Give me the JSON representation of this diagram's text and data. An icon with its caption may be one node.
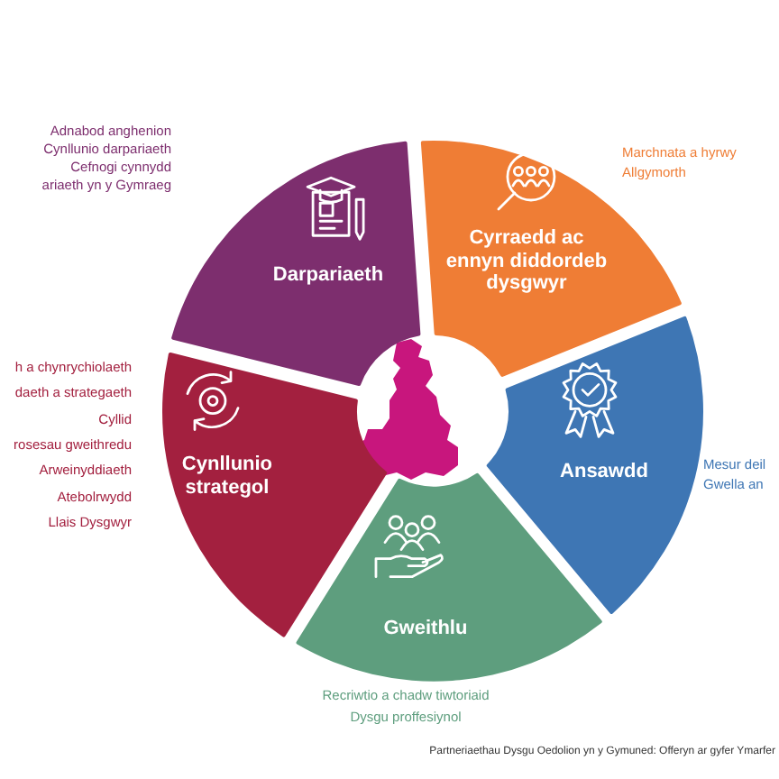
{
  "diagram": {
    "caption": "Partneriaethau Dysgu Oedolion yn y Gymuned: Offeryn ar gyfer Ymarfer",
    "nodes": [
      {
        "text": [
          "Darpariaeth"
        ],
        "beside": [
          "Adnabod anghenion",
          "Cynllunio darpariaeth",
          "Cefnogi cynnydd",
          "ariaeth yn y Gymraeg"
        ]
      },
      {
        "text": [
          "Cyrraedd ac ennyn diddordeb dysgwyr"
        ],
        "beside": [
          "Marchnata a hyrwy",
          "Allgymorth"
        ]
      },
      {
        "text": [
          "Cynllunio strategol"
        ],
        "beside": [
          "h a chynrychiolaeth",
          "daeth a strategaeth",
          "Cyllid",
          "rosesau gweithredu",
          "Arweinyddiaeth",
          "Atebolrwydd",
          "Llais Dysgwyr"
        ]
      },
      {
        "text": [
          "Ansawdd"
        ],
        "beside": [
          "Mesur deil",
          "Gwella an"
        ]
      },
      {
        "text": [
          "Gweithlu"
        ],
        "beside": [
          "Recriwtio a chadw tiwtoriaid",
          "Dysgu proffesiynol"
        ]
      }
    ]
  }
}
